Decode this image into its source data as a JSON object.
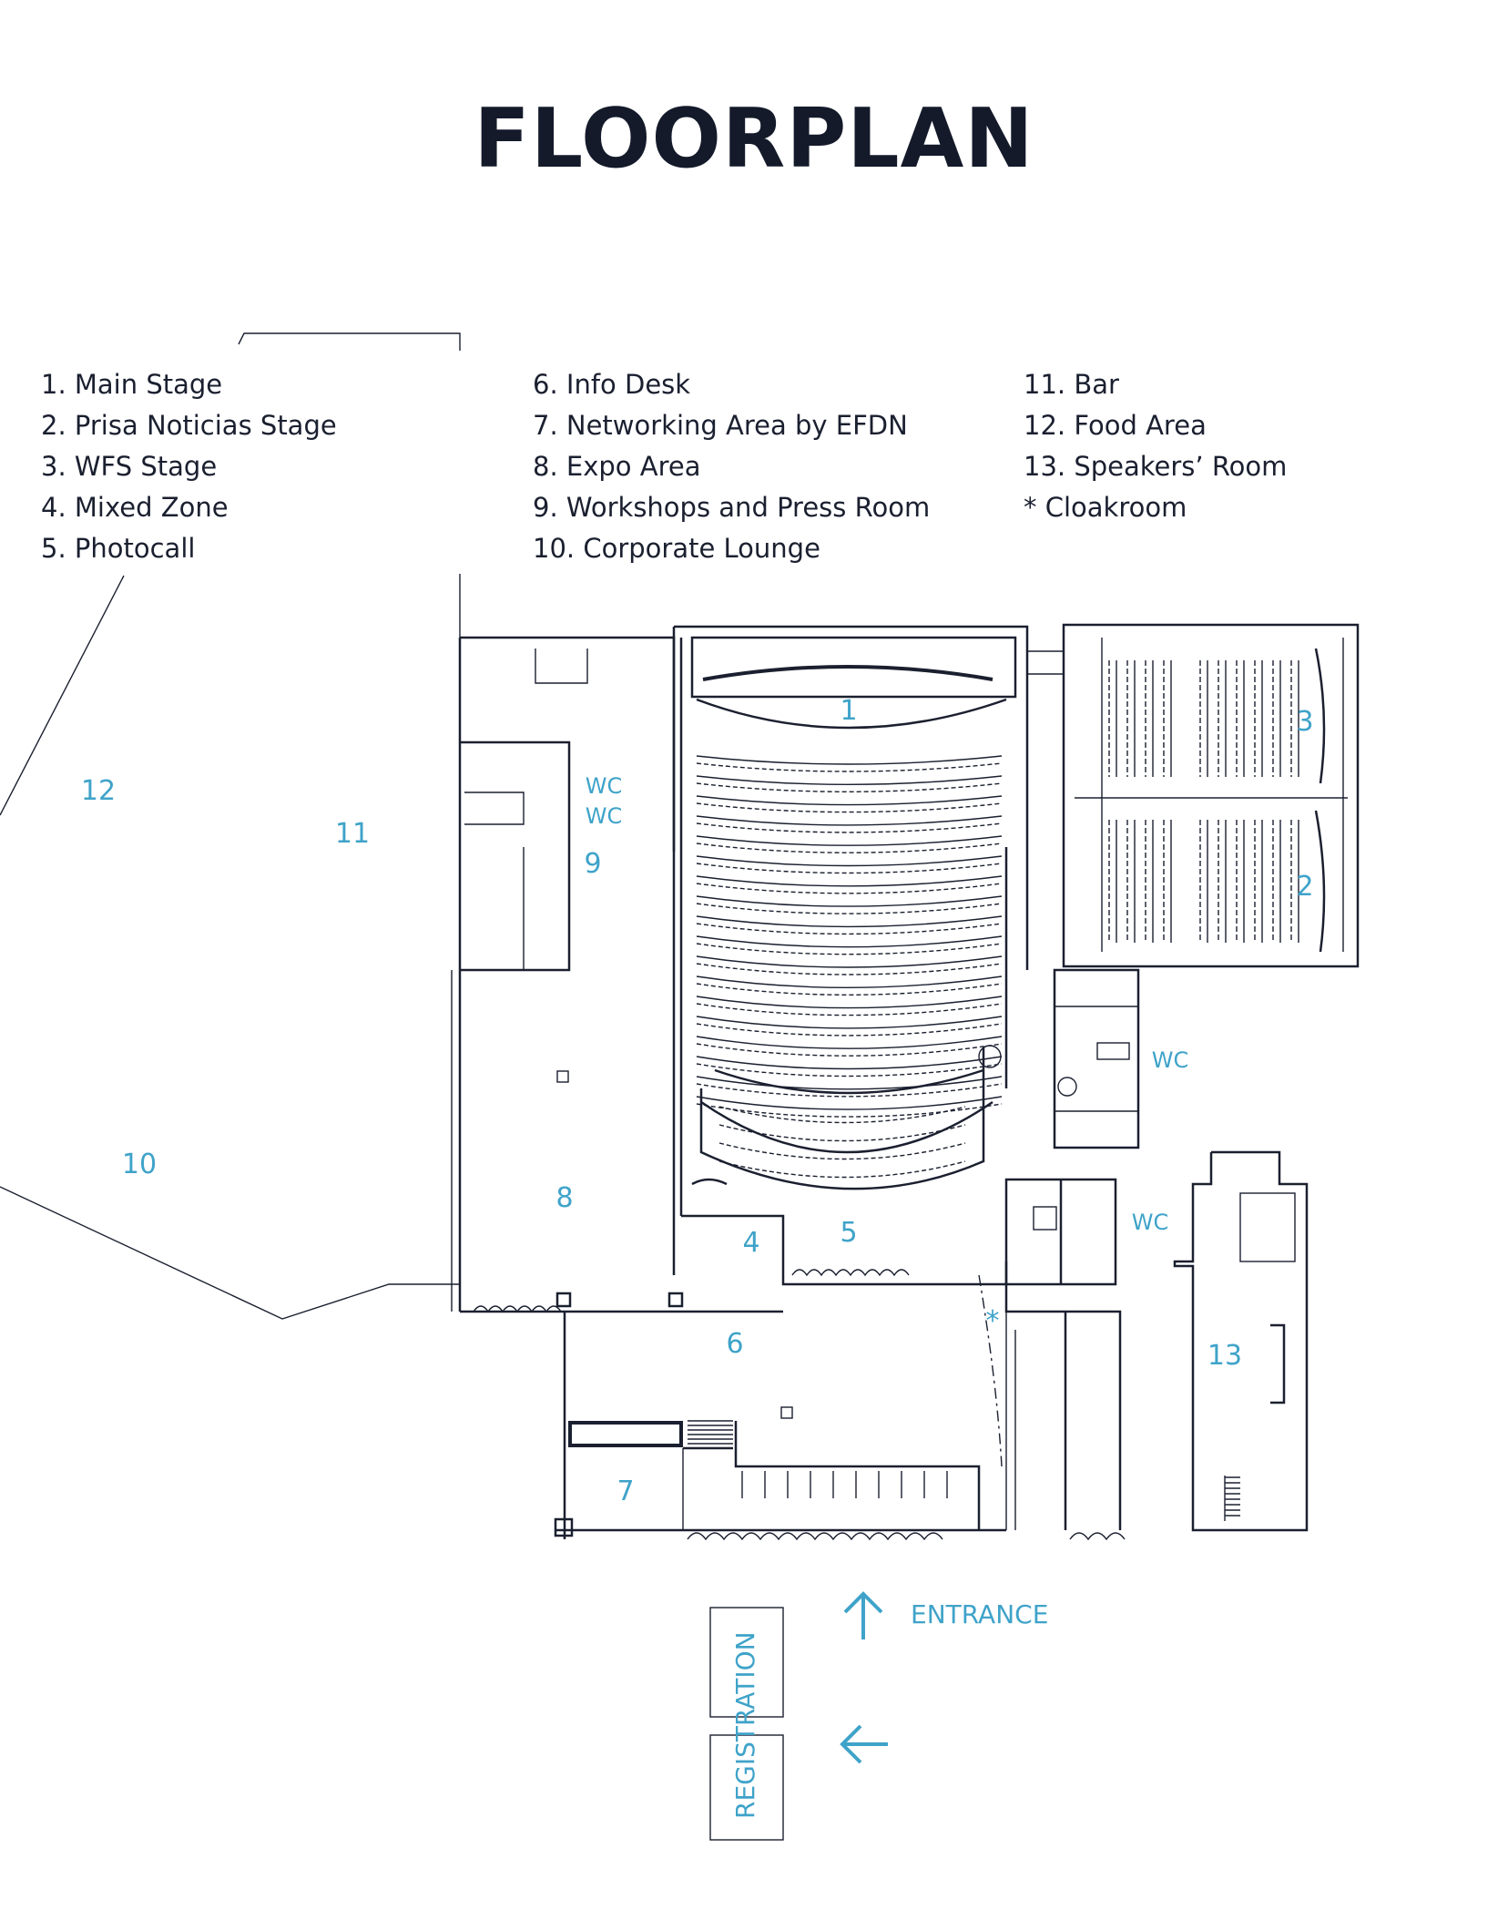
{
  "title": "FLOORPLAN",
  "legend": {
    "col1": [
      "1. Main Stage",
      "2. Prisa Noticias Stage",
      "3. WFS Stage",
      "4. Mixed Zone",
      "5. Photocall"
    ],
    "col2": [
      "6. Info Desk",
      "7. Networking Area by EFDN",
      "8. Expo Area",
      "9. Workshops and Press Room",
      "10. Corporate Lounge"
    ],
    "col3": [
      "11. Bar",
      "12. Food Area",
      "13. Speakers’ Room",
      "* Cloakroom"
    ]
  },
  "map_labels": {
    "n1": "1",
    "n2": "2",
    "n3": "3",
    "n4": "4",
    "n5": "5",
    "n6": "6",
    "n7": "7",
    "n8": "8",
    "n9": "9",
    "n10": "10",
    "n11": "11",
    "n12": "12",
    "n13": "13",
    "cloak": "*",
    "wc": "WC"
  },
  "entrance_label": "ENTRANCE",
  "registration_label": "REGISTRATION",
  "colors": {
    "label_blue": "#3fa3c9",
    "line_dark": "#1b2030",
    "title": "#141a2a"
  },
  "icons": [
    "arrow-up-icon",
    "arrow-left-icon"
  ]
}
